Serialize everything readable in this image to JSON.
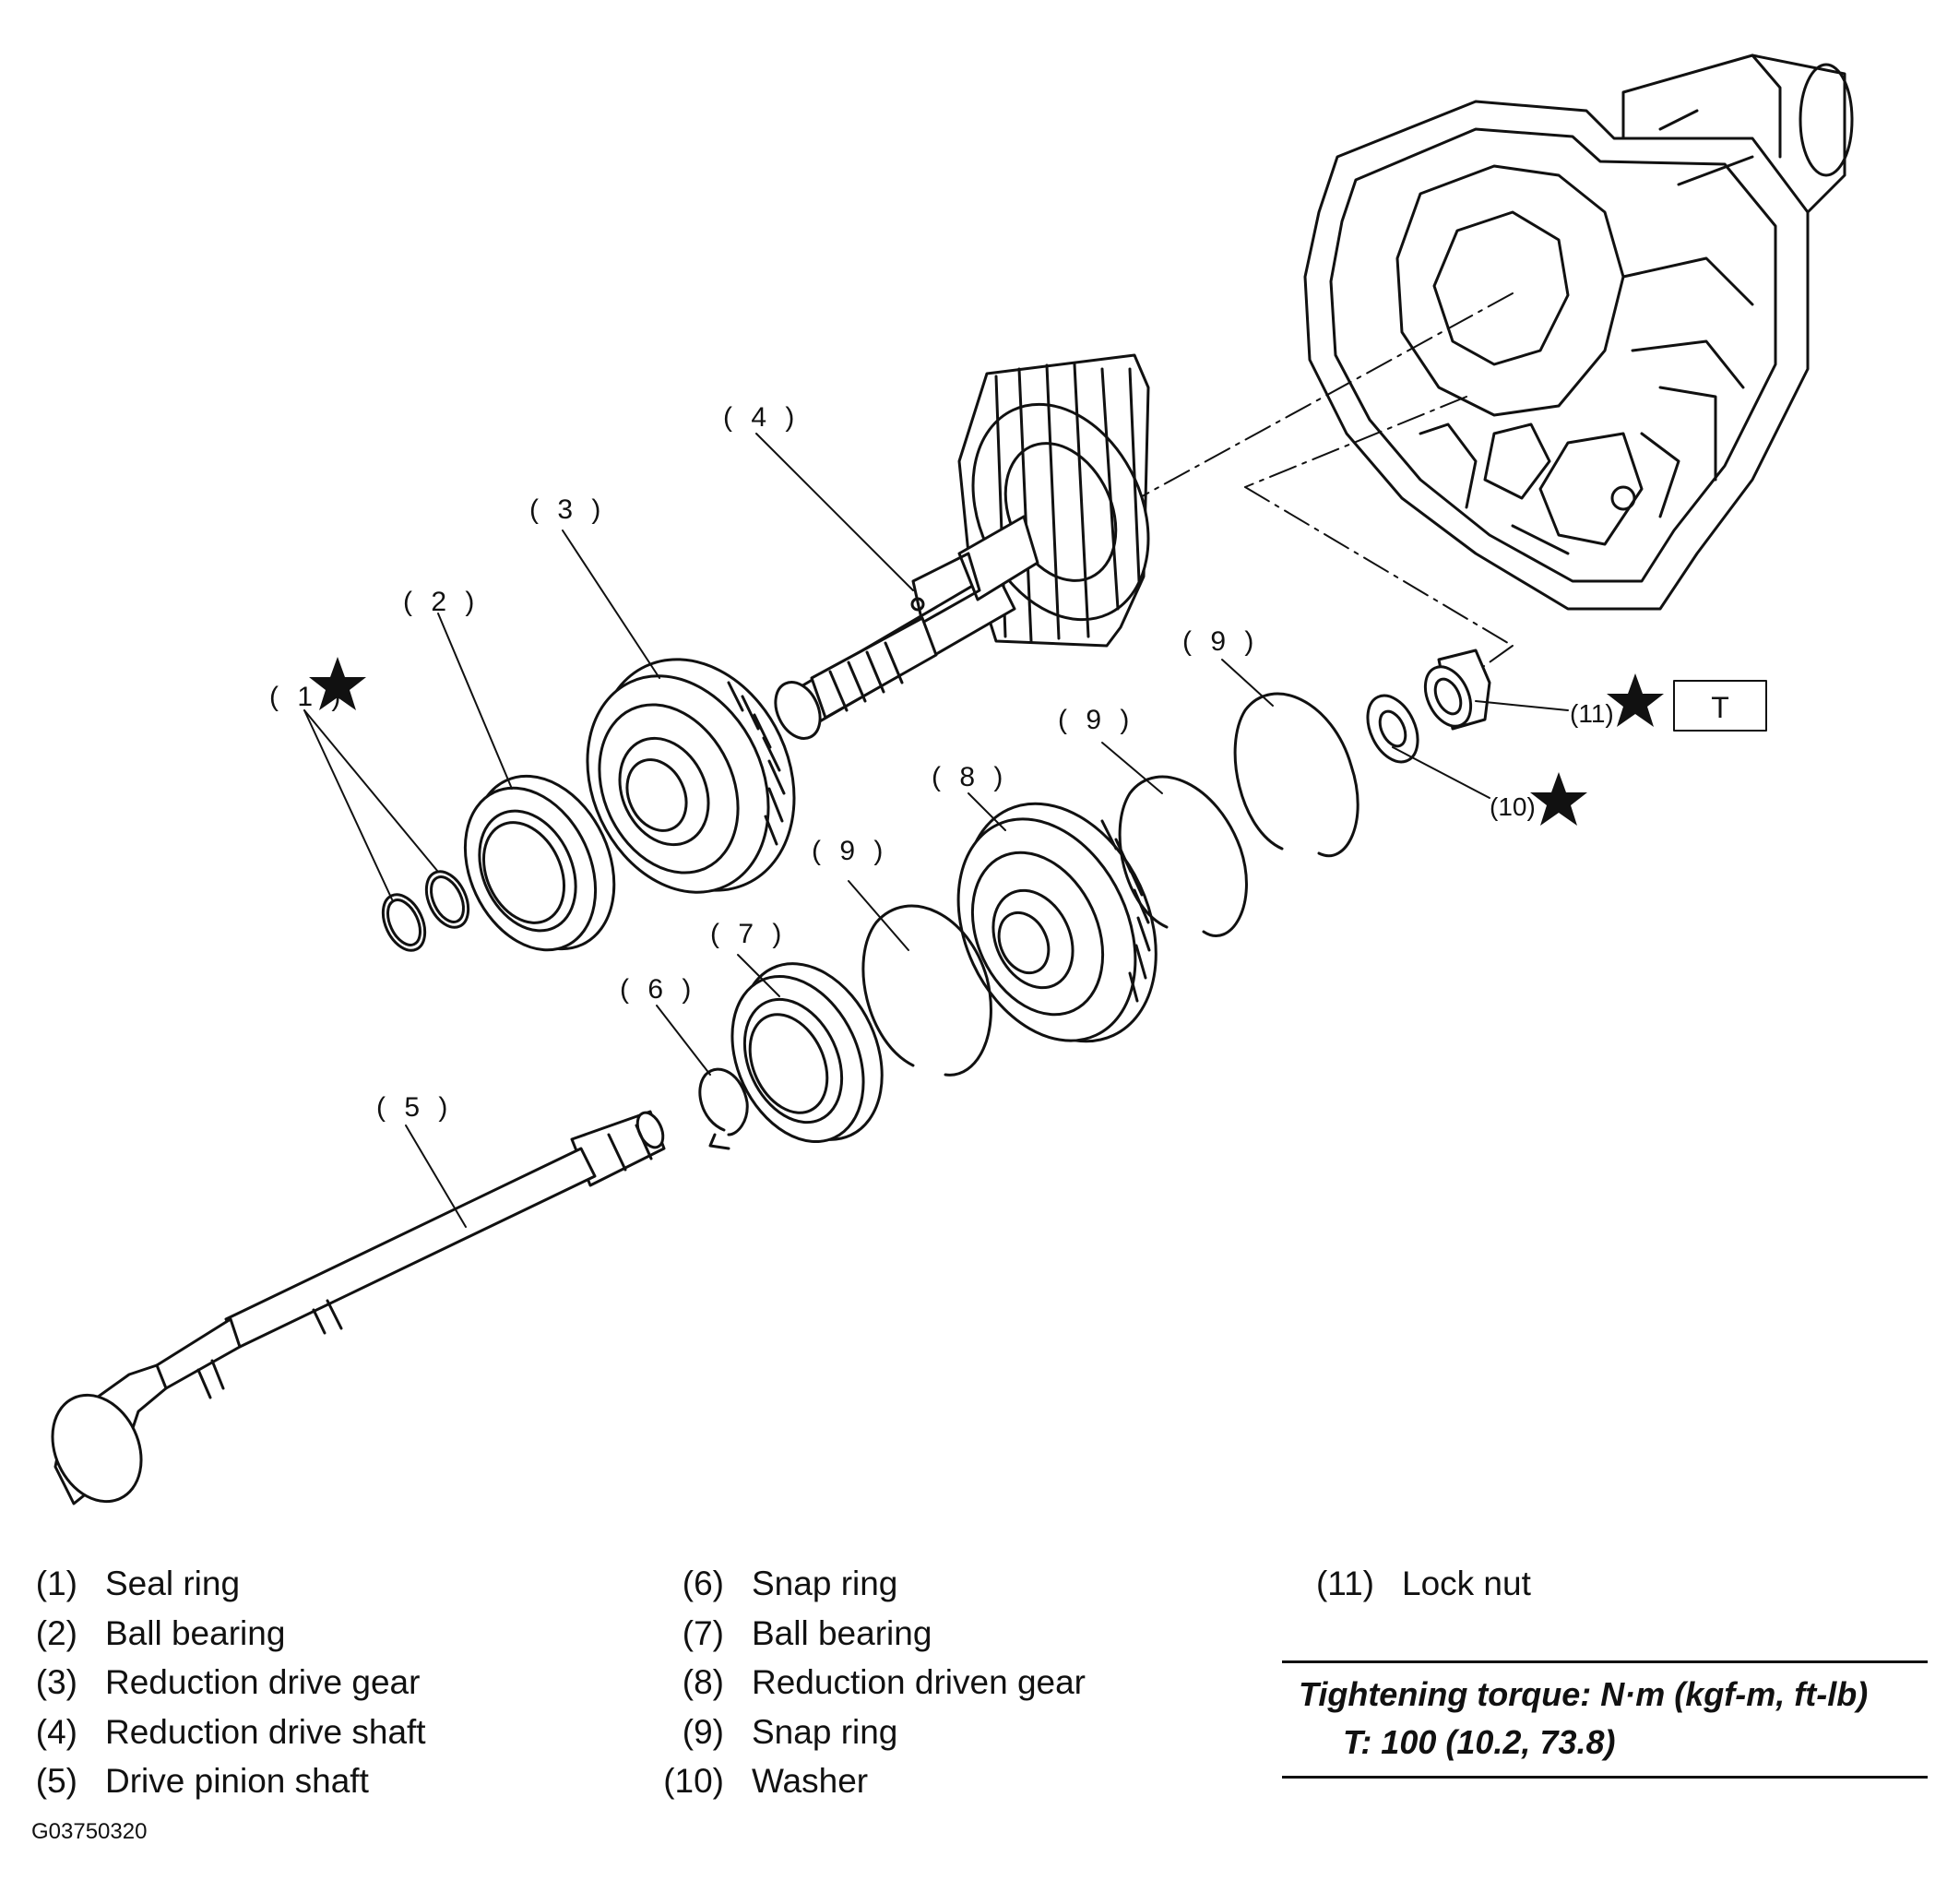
{
  "diagram": {
    "callouts": [
      "( 1 )",
      "( 2 )",
      "( 3 )",
      "( 4 )",
      "( 5 )",
      "( 6 )",
      "( 7 )",
      "( 8 )",
      "( 9 )",
      "( 9 )",
      "( 9 )",
      "(10)",
      "(11)"
    ],
    "torque_marker": "T"
  },
  "legend": {
    "col1": [
      {
        "num": "(1)",
        "label": "Seal ring"
      },
      {
        "num": "(2)",
        "label": "Ball bearing"
      },
      {
        "num": "(3)",
        "label": "Reduction drive gear"
      },
      {
        "num": "(4)",
        "label": "Reduction drive shaft"
      },
      {
        "num": "(5)",
        "label": "Drive pinion shaft"
      }
    ],
    "col2": [
      {
        "num": "(6)",
        "label": "Snap ring"
      },
      {
        "num": "(7)",
        "label": "Ball bearing"
      },
      {
        "num": "(8)",
        "label": "Reduction driven gear"
      },
      {
        "num": "(9)",
        "label": "Snap ring"
      },
      {
        "num": "(10)",
        "label": "Washer"
      }
    ],
    "col3": [
      {
        "num": "(11)",
        "label": "Lock nut"
      }
    ]
  },
  "torque": {
    "heading": "Tightening torque: N·m (kgf-m, ft-lb)",
    "value": "T:   100 (10.2, 73.8)"
  },
  "figure_code": "G03750320"
}
